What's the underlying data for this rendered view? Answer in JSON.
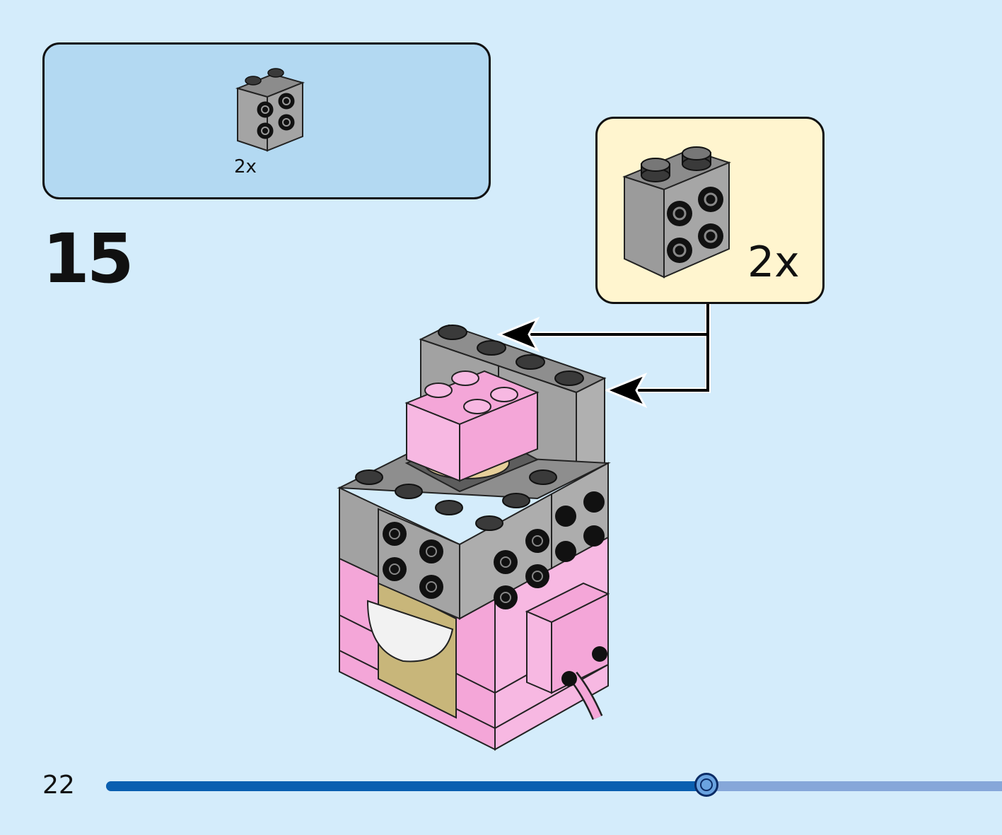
{
  "parts_list": {
    "items": [
      {
        "part": "grey-2x2-brick-with-side-studs",
        "quantity": "2x"
      }
    ]
  },
  "step": {
    "number": "15"
  },
  "callout": {
    "part": "grey-2x2-brick-with-side-studs",
    "quantity": "2x"
  },
  "footer": {
    "page_number": "22",
    "progress": 0.67
  },
  "colors": {
    "background": "#d4ecfb",
    "parts_box": "#b3d9f2",
    "callout_box": "#fff5cf",
    "brick_grey": "#a0a0a0",
    "brick_pink": "#f4a6d8",
    "progress_fill": "#0a5fb0",
    "progress_track": "#86a7d9"
  }
}
